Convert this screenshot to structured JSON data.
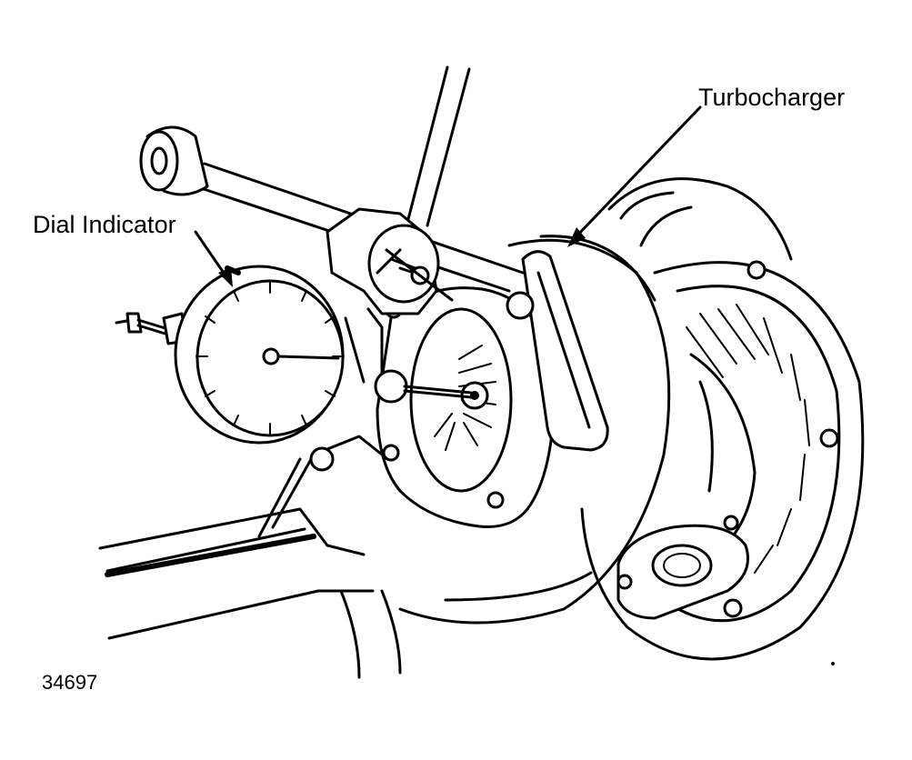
{
  "labels": {
    "turbocharger": "Turbocharger",
    "dial_indicator": "Dial Indicator",
    "figure_number": "34697"
  },
  "colors": {
    "ink": "#000000",
    "background": "#ffffff"
  }
}
